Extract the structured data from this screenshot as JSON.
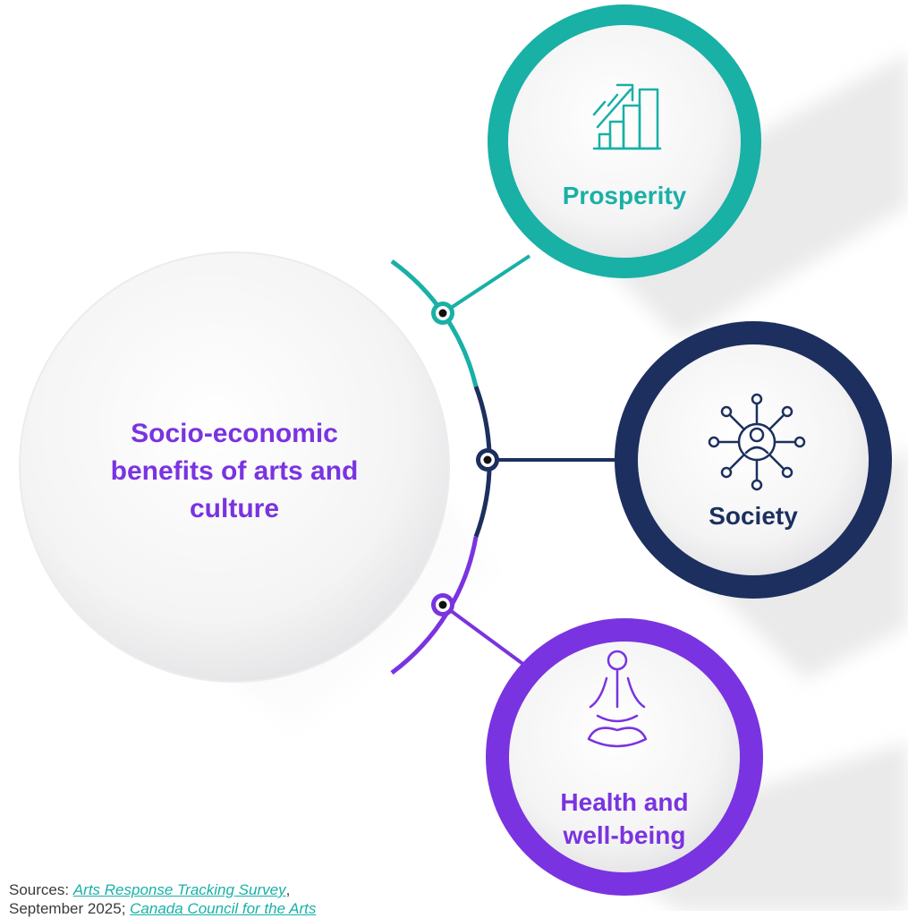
{
  "center": {
    "title": "Socio-economic benefits of arts and culture",
    "color": "#7a33e0"
  },
  "nodes": [
    {
      "id": "prosperity",
      "label": "Prosperity",
      "color": "#19b0a6",
      "text_color": "#19b0a6",
      "icon": "growth-chart-icon"
    },
    {
      "id": "society",
      "label": "Society",
      "color": "#1c2f5e",
      "text_color": "#1c2f5e",
      "icon": "network-people-icon"
    },
    {
      "id": "health",
      "label_line1": "Health and",
      "label_line2": "well-being",
      "color": "#7a33e0",
      "text_color": "#7a33e0",
      "icon": "meditation-icon"
    }
  ],
  "sources": {
    "prefix": "Sources: ",
    "link1": "Arts Response Tracking Survey",
    "mid": ",",
    "line2_prefix": "September 2025; ",
    "link2": "Canada Council for the Arts"
  }
}
